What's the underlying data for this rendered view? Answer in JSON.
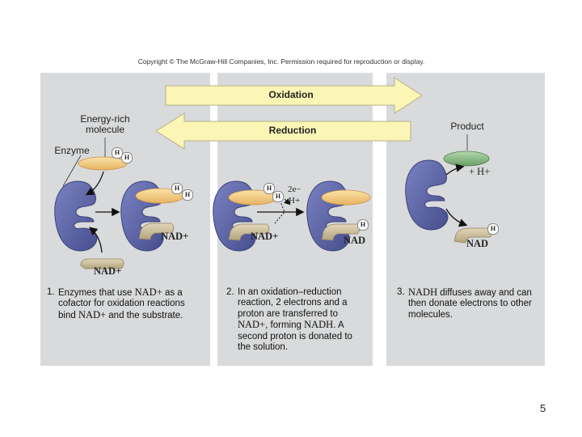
{
  "copyright": "Copyright © The McGraw-Hill Companies, Inc. Permission required for reproduction or display.",
  "arrows": {
    "oxidation": "Oxidation",
    "reduction": "Reduction"
  },
  "labels": {
    "energy_rich": "Energy-rich molecule",
    "enzyme": "Enzyme",
    "product": "Product",
    "h": "H",
    "nad_plus": "NAD+",
    "nad": "NAD",
    "two_e": "2e−",
    "h_plus": "H+",
    "plus_h_plus": "+ H+"
  },
  "captions": [
    {
      "num": "1.",
      "parts": [
        "Enzymes that use ",
        "NAD+",
        " as a cofactor for oxidation reactions bind ",
        "NAD+",
        " and the substrate."
      ]
    },
    {
      "num": "2.",
      "parts": [
        "In an oxidation–reduction reaction, 2 electrons and a proton are transferred to ",
        "NAD+",
        ", forming ",
        "NADH",
        ". A second proton is donated to the solution."
      ]
    },
    {
      "num": "3.",
      "parts": [
        "",
        "NADH",
        " diffuses away and can then donate electrons to other molecules."
      ]
    }
  ],
  "page_number": "5",
  "colors": {
    "enzyme": "#5a63a7",
    "substrate": "#f1c67e",
    "nad": "#cbbd9c",
    "product": "#8db88a",
    "arrow_fill": "#fbf6b6",
    "panel": "#d9dadb"
  }
}
